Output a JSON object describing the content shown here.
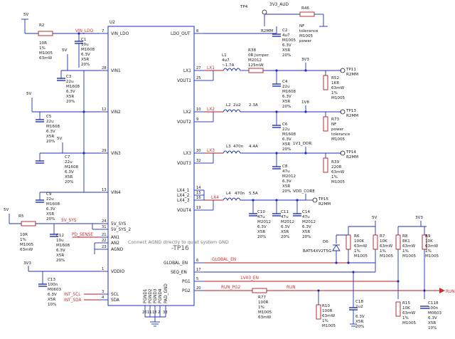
{
  "ic": {
    "ref": "U2",
    "left_pins": [
      {
        "num": "7",
        "name": "VIN_LDO"
      },
      {
        "num": "28",
        "name": "VIN1"
      },
      {
        "num": "12",
        "name": "VIN2"
      },
      {
        "num": "29",
        "name": "VIN3"
      },
      {
        "num": "13",
        "name": "VIN4"
      },
      {
        "num": "24",
        "name": "5V_SYS"
      },
      {
        "num": "31",
        "name": "5V_SYS_2"
      },
      {
        "num": "21",
        "name": "AN1"
      },
      {
        "num": "22",
        "name": "AN2"
      },
      {
        "num": "23",
        "name": "AGND"
      },
      {
        "num": "1",
        "name": "VDDIO"
      },
      {
        "num": "3",
        "name": "SCL"
      },
      {
        "num": "4",
        "name": "SDA"
      }
    ],
    "right_pins": [
      {
        "num": "8",
        "name": "LDO_OUT"
      },
      {
        "num": "27",
        "name": "LX1"
      },
      {
        "num": "25",
        "name": "VOUT1"
      },
      {
        "num": "10",
        "name": "LX2"
      },
      {
        "num": "9",
        "name": "VOUT2"
      },
      {
        "num": "30",
        "name": "LX3"
      },
      {
        "num": "32",
        "name": "VOUT3"
      },
      {
        "num": "14",
        "name": "LX4_1"
      },
      {
        "num": "15",
        "name": "LX4_2"
      },
      {
        "num": "16",
        "name": "LX4_3"
      },
      {
        "num": "19",
        "name": "VOUT4"
      },
      {
        "num": "6",
        "name": "GLOBAL_EN"
      },
      {
        "num": "17",
        "name": "SEQ_EN"
      },
      {
        "num": "5",
        "name": "PG1"
      },
      {
        "num": "20",
        "name": "PG2"
      }
    ],
    "bottom_pins": [
      {
        "num": "26",
        "name": "PGND1"
      },
      {
        "num": "11",
        "name": "PGND2"
      },
      {
        "num": "18",
        "name": "PGND3"
      },
      {
        "num": "2",
        "name": "PGND4"
      },
      {
        "num": "33",
        "name": "PAD_GND"
      }
    ],
    "note": "Connect AGND directly to quiet system GND",
    "tp": "-TP16"
  },
  "nets": {
    "vin_ldo": "VIN_LDO",
    "lx1": "LX1",
    "lx2": "LX2",
    "lx3": "LX3",
    "lx4": "LX4",
    "5v_sys": "5V_SYS",
    "pd_sense": "PD_SENSE",
    "int_scl": "INT_SCL",
    "int_sda": "INT_SDA",
    "global_en": "GLOBAL_EN",
    "1v03_en": "1V03_EN",
    "run_pg2": "RUN_PG2",
    "run": "RUN",
    "3v3_aud": "3V3_AUD",
    "vdd_core": "VDD_CORE",
    "1v1_ddr": "1V1_DDR"
  },
  "rails": {
    "5v": "5V",
    "3v3": "3V3",
    "1v8": "1V8",
    "3v3_top": "3V3"
  },
  "parts": {
    "tp4": "TP4",
    "r46": "R46",
    "r2mm_1": "R2MM",
    "nf": "NF",
    "tol": "tolerance",
    "m1005": "M1005",
    "power": "power",
    "r2": [
      "R2",
      "10R",
      "1%",
      "M1005",
      "63mW"
    ],
    "c1": [
      "C1",
      "10u",
      "M1608",
      "6.3V",
      "X5R",
      "20%"
    ],
    "c2": [
      "C2",
      "4u7",
      "M1005",
      "6.3V",
      "X5R",
      "20%"
    ],
    "r38": [
      "R38",
      "0R",
      "M2012",
      "125mW"
    ],
    "jumper": "Jumper",
    "l1": [
      "L1",
      "4u7",
      "~1.7A"
    ],
    "c3": [
      "C3",
      "22u",
      "M1608",
      "6.3V",
      "X5R",
      "20%"
    ],
    "c4": [
      "C4",
      "22u",
      "M1608",
      "6.3V",
      "X5R",
      "20%"
    ],
    "r52": [
      "R52",
      "1K8",
      "63mW",
      "1%",
      "M1005"
    ],
    "tp11": "TP11",
    "r2mm_2": "R2MM",
    "l2": [
      "L2",
      "2u2",
      "2.3A"
    ],
    "c5": [
      "C5",
      "22u",
      "M1608",
      "6.3V",
      "X5R",
      "20%"
    ],
    "c6": [
      "C6",
      "22u",
      "M1608",
      "6.3V",
      "X5R",
      "20%"
    ],
    "r73": [
      "R73",
      "NF",
      "power",
      "tolerance",
      "M1005"
    ],
    "tp13": "TP13",
    "r2mm_3": "R2MM",
    "l3": [
      "L3",
      "470n",
      "4.4A"
    ],
    "c7": [
      "C7",
      "22u",
      "M1608",
      "6.3V",
      "X5R",
      "20%"
    ],
    "c8": [
      "C8",
      "47u",
      "M2012",
      "6.3V",
      "X5R",
      "20%"
    ],
    "r39": [
      "R39",
      "220R",
      "63mW",
      "1%",
      "M1005"
    ],
    "tp14": "TP14",
    "r2mm_4": "R2MM",
    "l4": [
      "L4",
      "470n",
      "5.5A"
    ],
    "c9": [
      "C9",
      "22u",
      "M1608",
      "6.3V",
      "X5R",
      "20%"
    ],
    "tp15": "TP15",
    "r2mm_5": "R2MM",
    "c10": [
      "C10",
      "47u",
      "M2012",
      "6.3V",
      "X5R",
      "20%"
    ],
    "c11": [
      "C11",
      "47u",
      "M2012",
      "6.3V",
      "X5R",
      "20%"
    ],
    "c14": [
      "C14",
      "47u",
      "M2012",
      "6.3V",
      "X5R",
      "20%"
    ],
    "r5": [
      "R5",
      "10R",
      "1%",
      "M1005",
      "63mW"
    ],
    "c12": [
      "C12",
      "10u",
      "M1608",
      "6.3V",
      "X5R",
      "20%"
    ],
    "c13": [
      "C13",
      "100n",
      "M0603",
      "6.3V",
      "X5R",
      "10%"
    ],
    "d6": [
      "D6",
      "BAT54XV2T5G"
    ],
    "r6": [
      "R6",
      "100K",
      "63mW",
      "1%",
      "M1005"
    ],
    "r7": [
      "R7",
      "10K",
      "63mW",
      "1%",
      "M1005"
    ],
    "r8": [
      "R8",
      "8K1",
      "63mW",
      "1%",
      "M1005"
    ],
    "r9": [
      "R9",
      "10K",
      "63mW",
      "1%",
      "M1005"
    ],
    "r77": [
      "R77",
      "100R",
      "1%",
      "M1005",
      "63mW"
    ],
    "r10": [
      "R10",
      "100R",
      "63mW",
      "1%",
      "M1005"
    ],
    "c18": [
      "C18",
      "2u2",
      "6.3V",
      "X5R",
      "20%"
    ],
    "r15": [
      "R15",
      "10K",
      "63mW",
      "1%",
      "M1005"
    ],
    "c118": [
      "C118",
      "100n",
      "M0603",
      "6.3V",
      "X5R",
      "10%"
    ]
  }
}
